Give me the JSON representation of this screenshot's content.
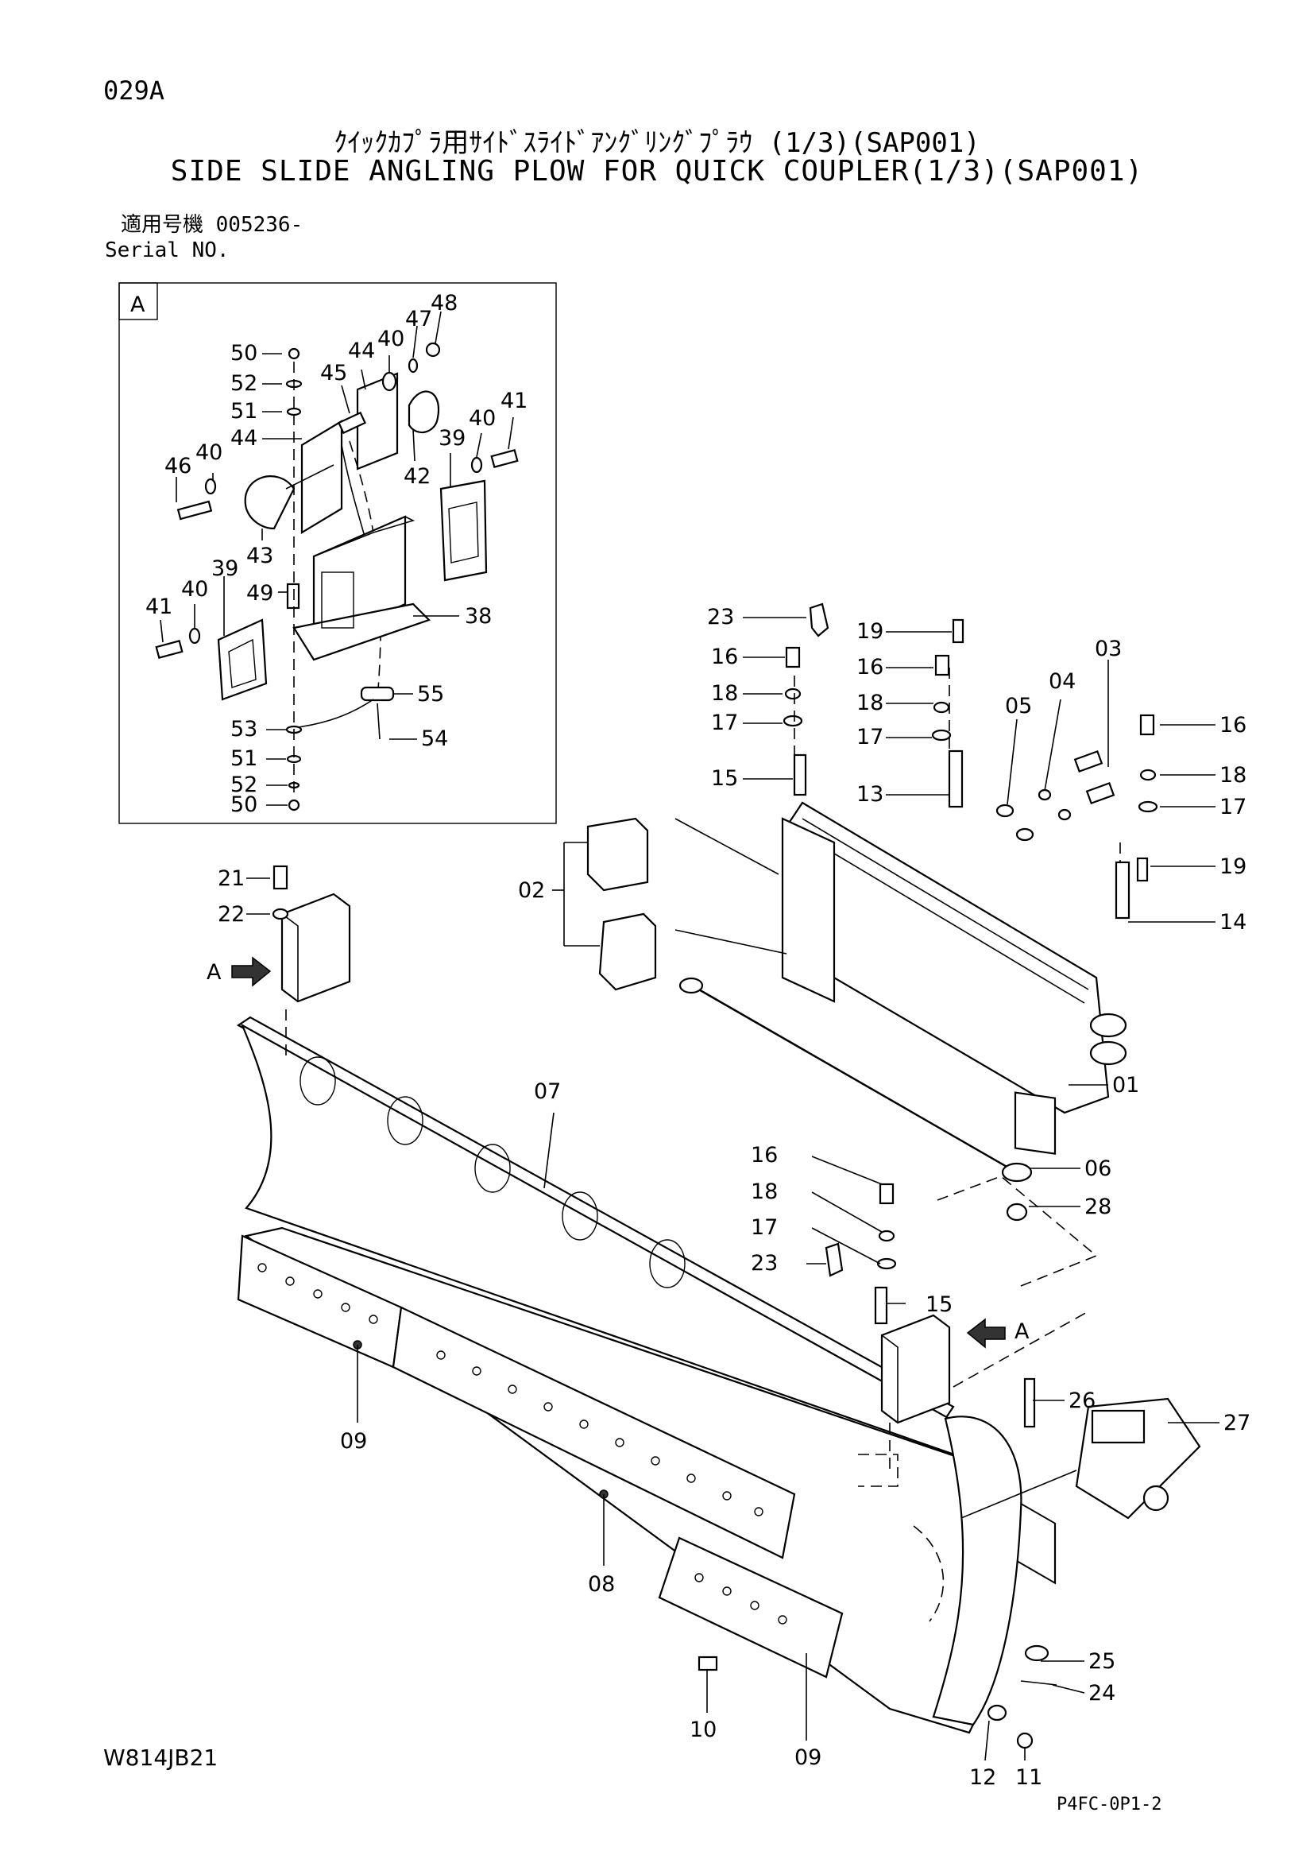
{
  "header": {
    "page_code": "029A",
    "title_jp": "ｸｲｯｸｶﾌﾟﾗ用ｻｲﾄﾞｽﾗｲﾄﾞｱﾝｸﾞﾘﾝｸﾞﾌﾟﾗｳ (1/3)(SAP001)",
    "title_en": "SIDE SLIDE ANGLING PLOW FOR QUICK COUPLER(1/3)(SAP001)",
    "serial_jp": "適用号機 005236-",
    "serial_en": "Serial NO."
  },
  "detail": {
    "box_label": "A"
  },
  "callouts": {
    "d50a": "50",
    "d52a": "52",
    "d51a": "51",
    "d44a": "44",
    "d46": "46",
    "d40a": "40",
    "d45": "45",
    "d44b": "44",
    "d40b": "40",
    "d47": "47",
    "d48": "48",
    "d42": "42",
    "d43": "43",
    "d39a": "39",
    "d40c": "40",
    "d41a": "41",
    "d39b": "39",
    "d40d": "40",
    "d41b": "41",
    "d49": "49",
    "d38": "38",
    "d55": "55",
    "d53": "53",
    "d54": "54",
    "d51b": "51",
    "d52b": "52",
    "d50b": "50",
    "c23a": "23",
    "c16a": "16",
    "c18a": "18",
    "c17a": "17",
    "c15a": "15",
    "c19a": "19",
    "c16b": "16",
    "c18b": "18",
    "c17b": "17",
    "c13": "13",
    "c03": "03",
    "c04": "04",
    "c05": "05",
    "c16c": "16",
    "c18c": "18",
    "c17c": "17",
    "c19b": "19",
    "c14": "14",
    "c02": "02",
    "c01": "01",
    "c21": "21",
    "c22": "22",
    "cA1": "A",
    "c07": "07",
    "c06": "06",
    "c28": "28",
    "c16d": "16",
    "c18d": "18",
    "c17d": "17",
    "c23b": "23",
    "c15b": "15",
    "cA2": "A",
    "c26": "26",
    "c27": "27",
    "c09a": "09",
    "c08": "08",
    "c25": "25",
    "c24": "24",
    "c10": "10",
    "c09b": "09",
    "c12": "12",
    "c11": "11"
  },
  "footer": {
    "left_code": "W814JB21",
    "right_code": "P4FC-0P1-2"
  }
}
